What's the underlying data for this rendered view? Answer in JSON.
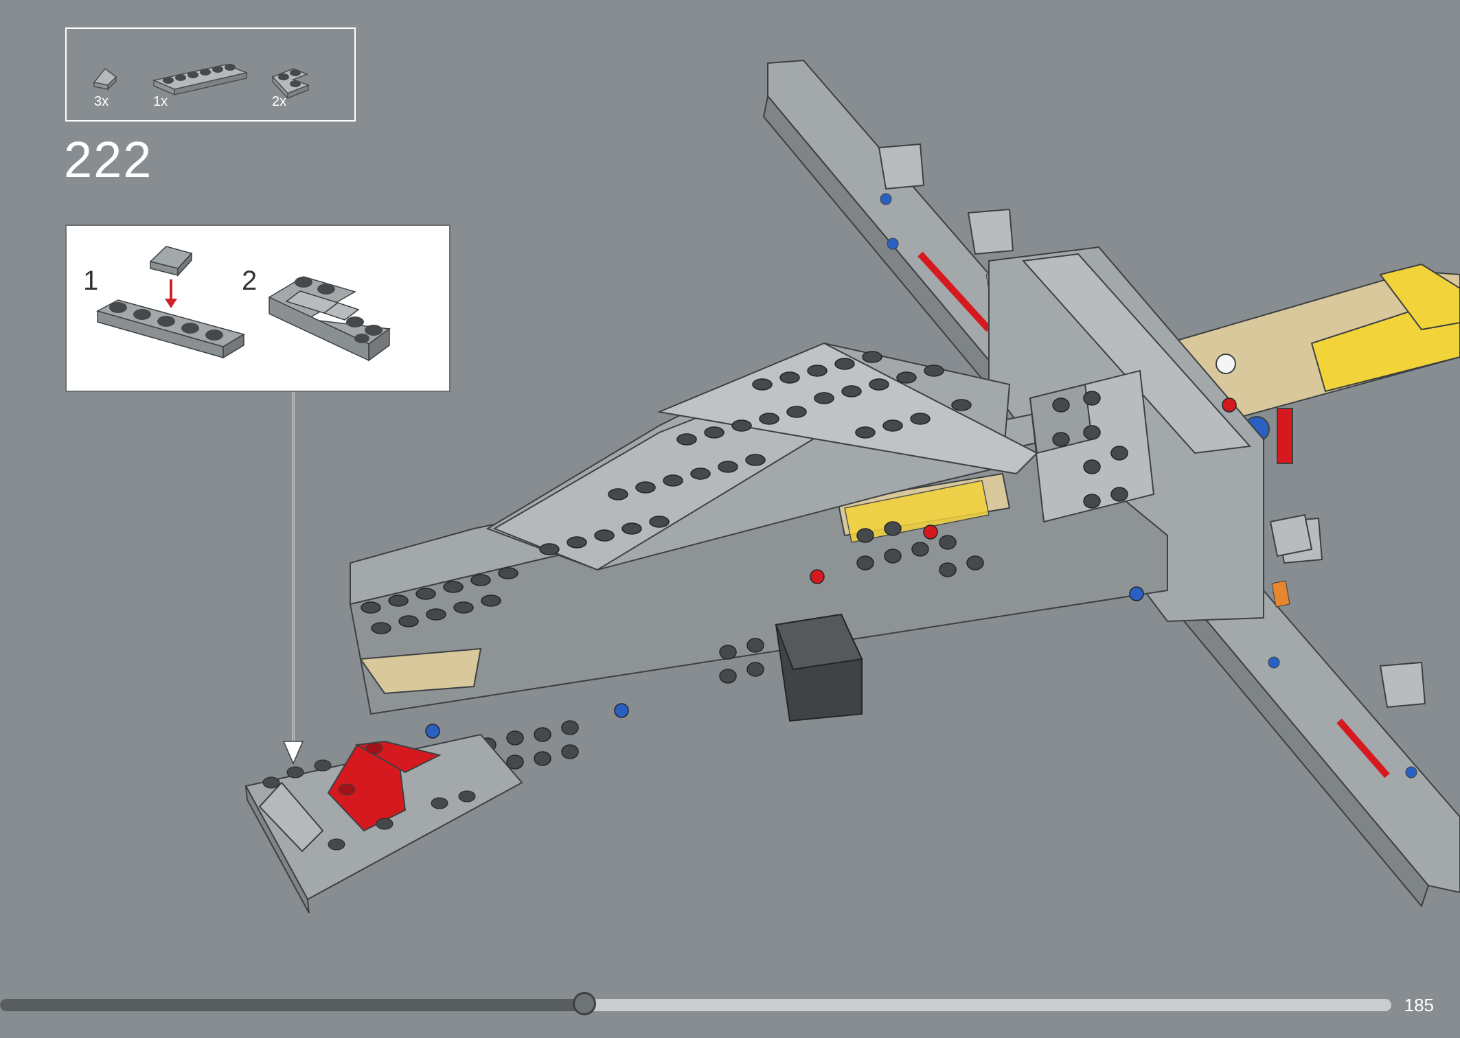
{
  "parts_list": {
    "items": [
      {
        "part": "grey-slope-1x1",
        "count": "3x"
      },
      {
        "part": "grey-plate-1x6",
        "count": "1x"
      },
      {
        "part": "grey-plate-corner-2x2",
        "count": "2x"
      }
    ]
  },
  "step": {
    "number": "222"
  },
  "sub_steps": {
    "items": [
      {
        "number": "1"
      },
      {
        "number": "2"
      }
    ],
    "arrow_color": "#d0222a"
  },
  "progress": {
    "fraction": 0.42
  },
  "page": {
    "number": "185"
  },
  "colors": {
    "background": "#878d90",
    "brick_grey": "#a3a8aa",
    "brick_red": "#d6191f",
    "brick_yellow": "#f2d33a",
    "brick_tan": "#d9c89b",
    "brick_dark": "#45494b",
    "pin_blue": "#2a60c2"
  }
}
